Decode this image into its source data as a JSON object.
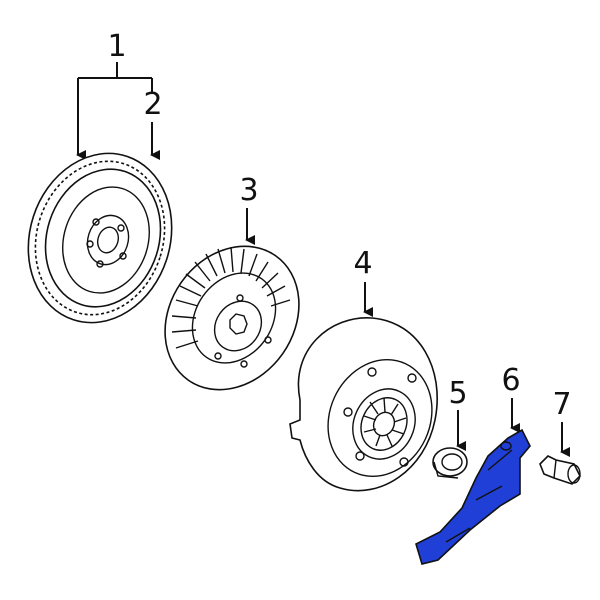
{
  "callouts": [
    {
      "id": "1",
      "text": "1"
    },
    {
      "id": "2",
      "text": "2"
    },
    {
      "id": "3",
      "text": "3"
    },
    {
      "id": "4",
      "text": "4"
    },
    {
      "id": "5",
      "text": "5"
    },
    {
      "id": "6",
      "text": "6"
    },
    {
      "id": "7",
      "text": "7"
    }
  ],
  "highlight_color": "#1f3fd6",
  "highlighted_part": "6"
}
